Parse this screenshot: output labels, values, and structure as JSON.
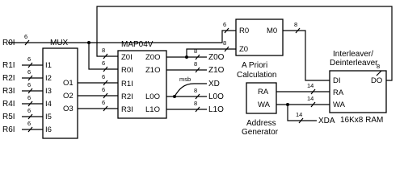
{
  "blocks": {
    "mux": {
      "title": "MUX",
      "inputs": [
        "I1",
        "I2",
        "I3",
        "I4",
        "I5",
        "I6"
      ],
      "outputs": [
        "O1",
        "O2",
        "O3"
      ]
    },
    "map": {
      "title": "MAP04V",
      "left": [
        "Z0I",
        "R0I",
        "R1I",
        "R2I",
        "R3I"
      ],
      "right": [
        "Z0O",
        "Z1O",
        "L0O",
        "L1O"
      ]
    },
    "apriori": {
      "title_line1": "A Priori",
      "title_line2": "Calculation",
      "in_r0": "R0",
      "in_z0": "Z0",
      "out_m0": "M0"
    },
    "interleaver": {
      "title_line1": "Interleaver/",
      "title_line2": "Deinterleaver",
      "pins": [
        "DI",
        "RA",
        "WA"
      ],
      "out": "DO",
      "ram": "16Kx8 RAM"
    },
    "addrgen": {
      "title_line1": "Address",
      "title_line2": "Generator",
      "pins": [
        "RA",
        "WA"
      ]
    }
  },
  "signals": {
    "r0i": "R0I",
    "r1i": "R1I",
    "r2i": "R2I",
    "r3i": "R3I",
    "r4i": "R4I",
    "r5i": "R5I",
    "r6i": "R6I",
    "z0o": "Z0O",
    "z1o": "Z1O",
    "xd": "XD",
    "l0o": "L0O",
    "l1o": "L1O",
    "xda": "XDA",
    "msb": "msb"
  },
  "bus_widths": {
    "r0i": "6",
    "r1i": "6",
    "r2i": "6",
    "r3i": "6",
    "r4i": "6",
    "r5i": "6",
    "r6i": "6",
    "z0i": "8",
    "r0i_map": "6",
    "r1i_map": "6",
    "r2i_map": "6",
    "r3i_map": "6",
    "z0o": "8",
    "z1o": "8",
    "l0o": "8",
    "l1o": "8",
    "ap_r0": "6",
    "ap_z0": "8",
    "m0": "8",
    "do": "8",
    "ra": "14",
    "wa": "14",
    "xda": "14"
  }
}
